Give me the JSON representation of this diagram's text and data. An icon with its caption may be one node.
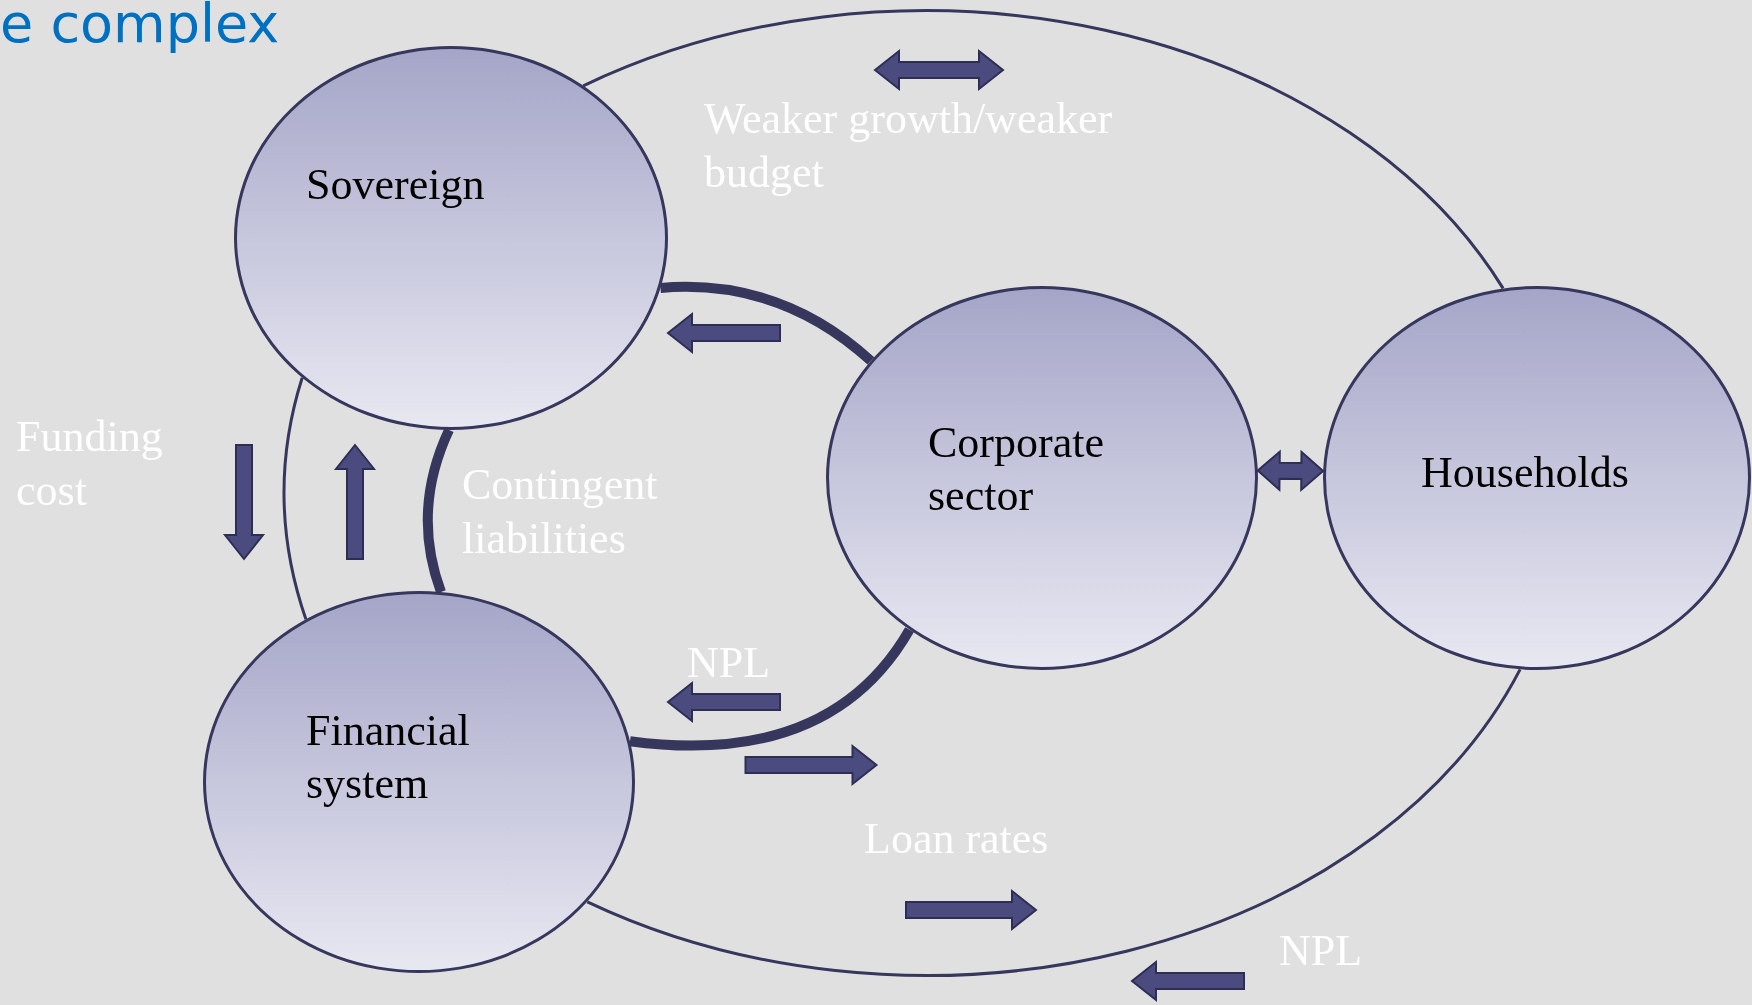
{
  "diagram": {
    "title": "e complex",
    "nodes": [
      {
        "text": [
          "Sovereign"
        ]
      },
      {
        "text": [
          "Corporate sector"
        ]
      },
      {
        "text": [
          "Households"
        ]
      },
      {
        "text": [
          "Financial system"
        ]
      }
    ],
    "edges": [
      {
        "from": 0,
        "to": 2,
        "arrow": "none"
      },
      {
        "from": 0,
        "to": 1,
        "arrow": "none",
        "style": "thick"
      },
      {
        "from": 1,
        "to": 3,
        "arrow": "none",
        "style": "thick"
      },
      {
        "from": 3,
        "to": 2,
        "arrow": "none"
      },
      {
        "from": 0,
        "to": 3,
        "arrow": "none"
      },
      {
        "from": 0,
        "to": 3,
        "arrow": "none",
        "style": "thick"
      },
      {
        "from": 1,
        "to": 2,
        "arrow": "both",
        "color": "#4b4b80"
      },
      {
        "from": 1,
        "to": 0,
        "arrow": "to"
      },
      {
        "from": 0,
        "to": 3,
        "arrow": "to"
      },
      {
        "from": 3,
        "to": 0,
        "arrow": "to"
      },
      {
        "from": 1,
        "to": 3,
        "arrow": "to"
      },
      {
        "from": 3,
        "to": 1,
        "arrow": "to"
      }
    ],
    "labels": [
      "Weaker growth/weaker budget",
      "Funding cost",
      "Contingent liabilities",
      "NPL",
      "Loan rates",
      "NPL"
    ]
  }
}
